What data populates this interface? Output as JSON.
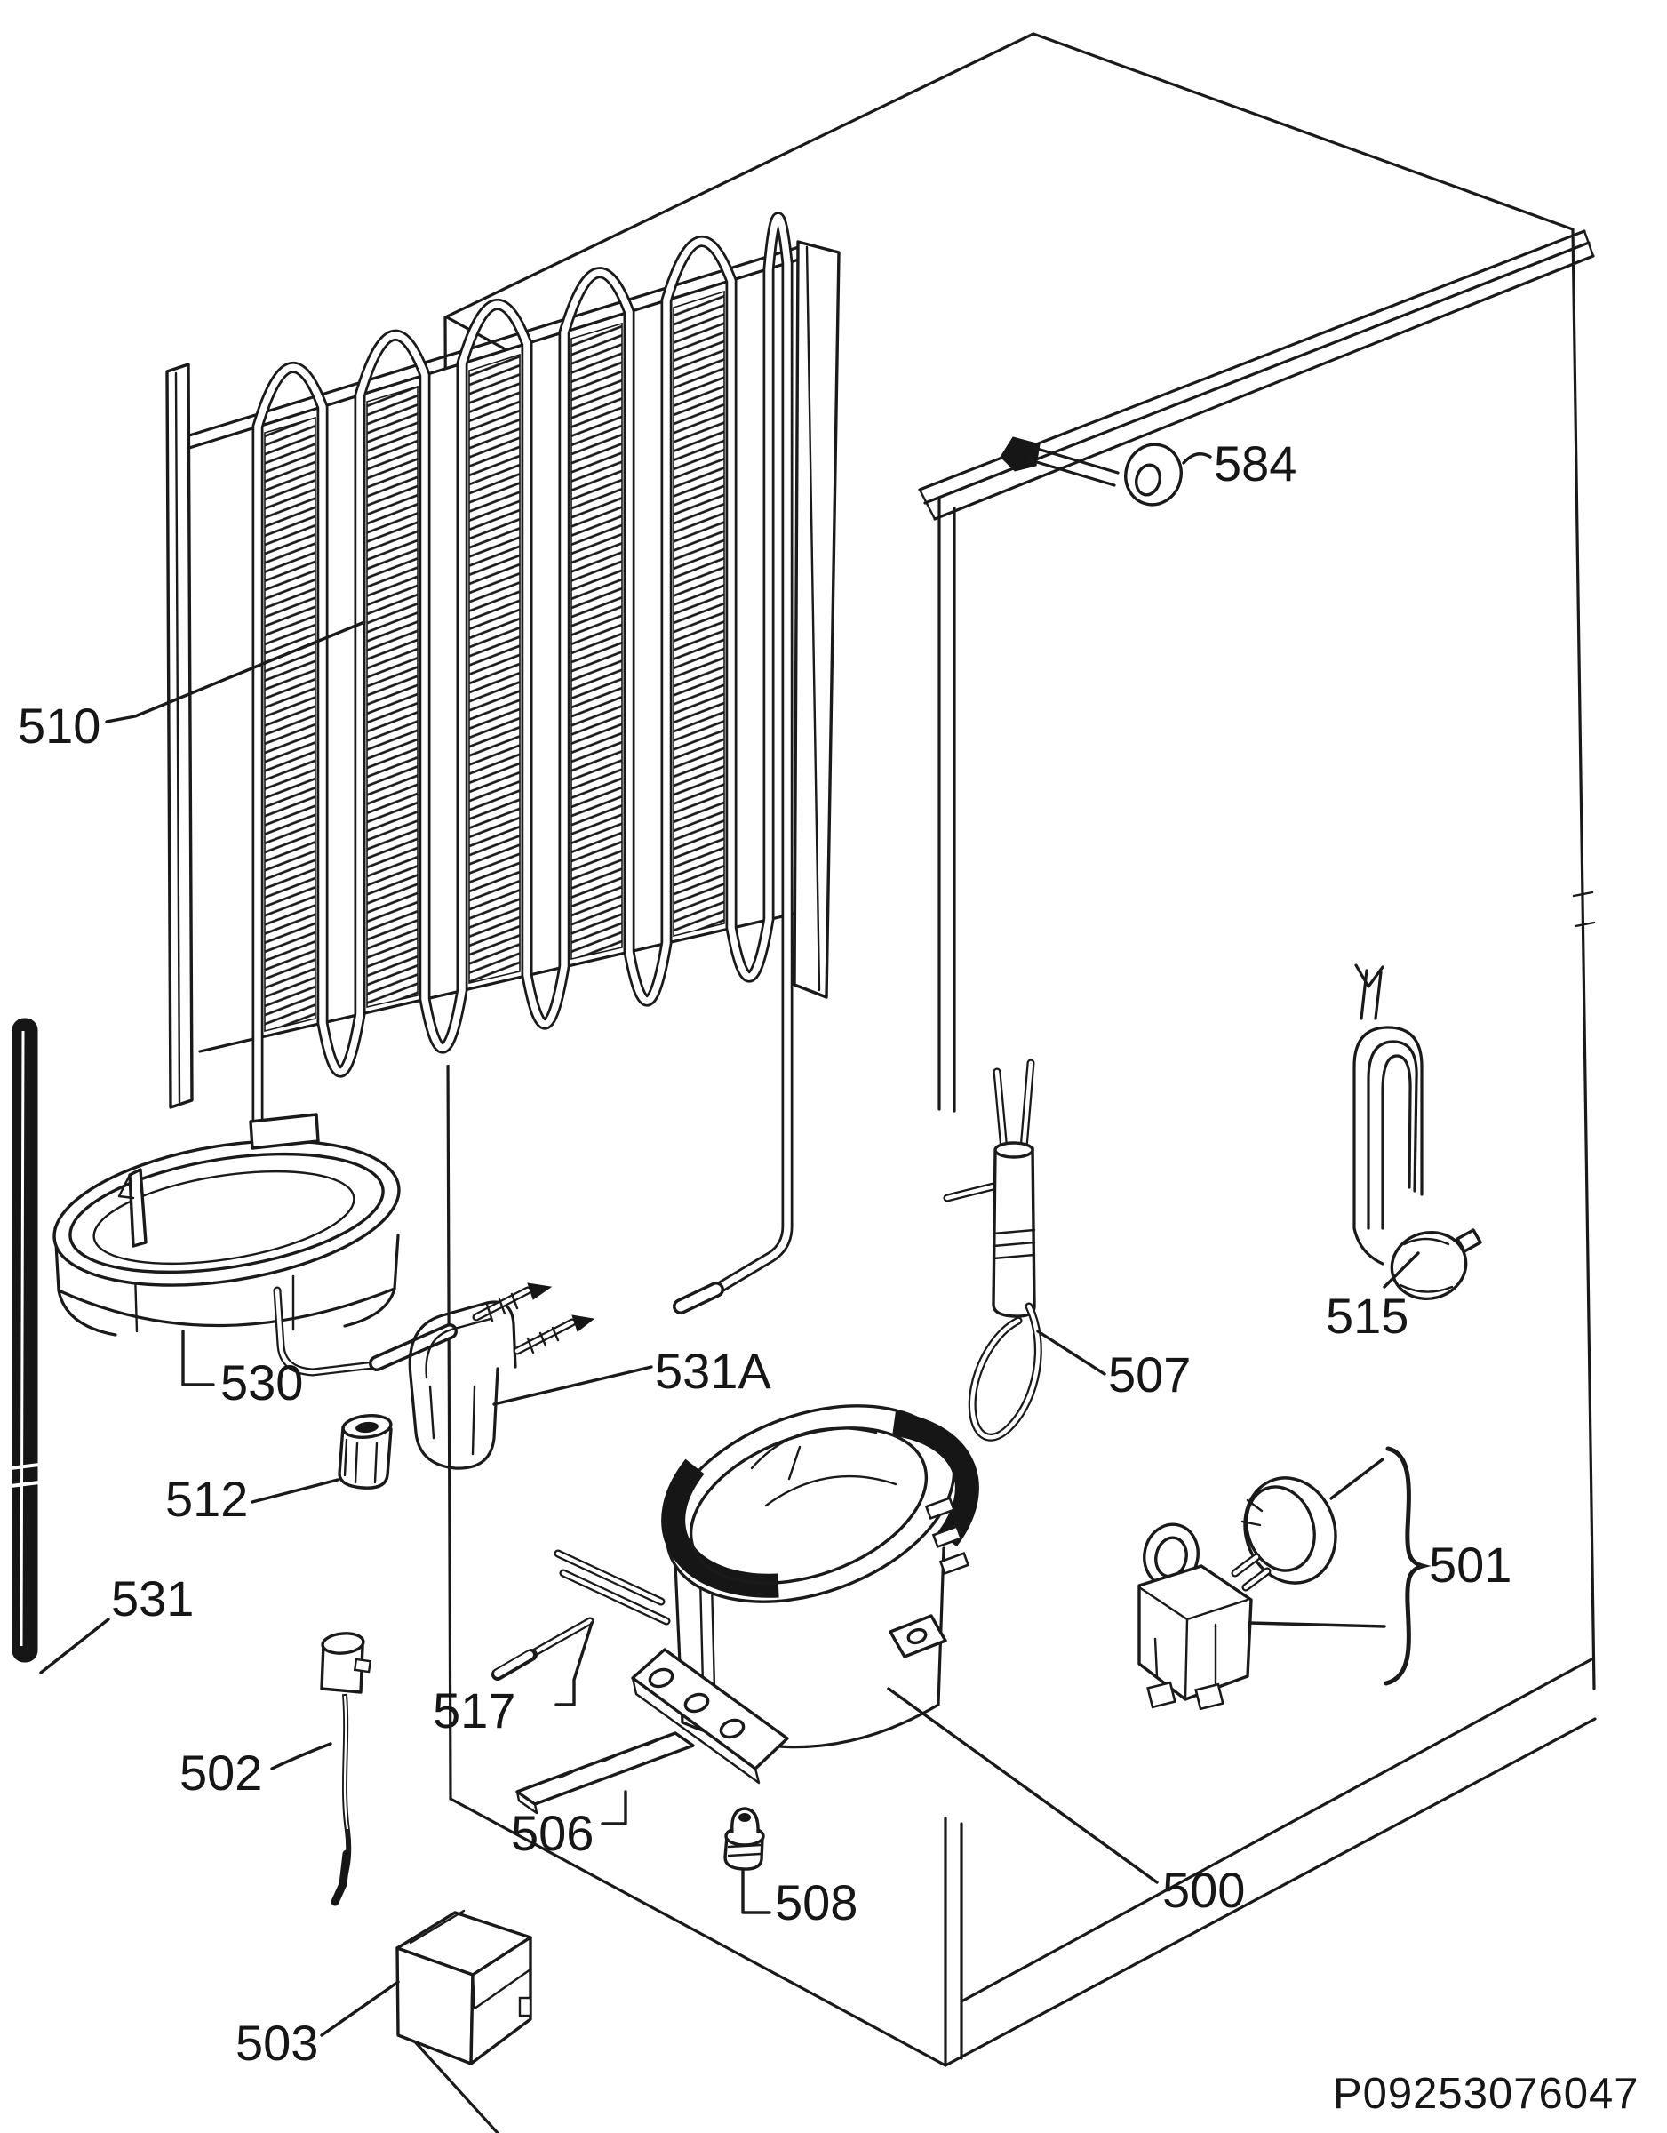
{
  "diagram": {
    "background_color": "#ffffff",
    "line_color": "#1a1a1a",
    "labels": {
      "l510": "510",
      "l584": "584",
      "l530": "530",
      "l512": "512",
      "l531": "531",
      "l531A": "531A",
      "l507": "507",
      "l515": "515",
      "l501": "501",
      "l502": "502",
      "l517": "517",
      "l506": "506",
      "l500": "500",
      "l508": "508",
      "l503": "503"
    },
    "footer_code": "P09253076047"
  }
}
